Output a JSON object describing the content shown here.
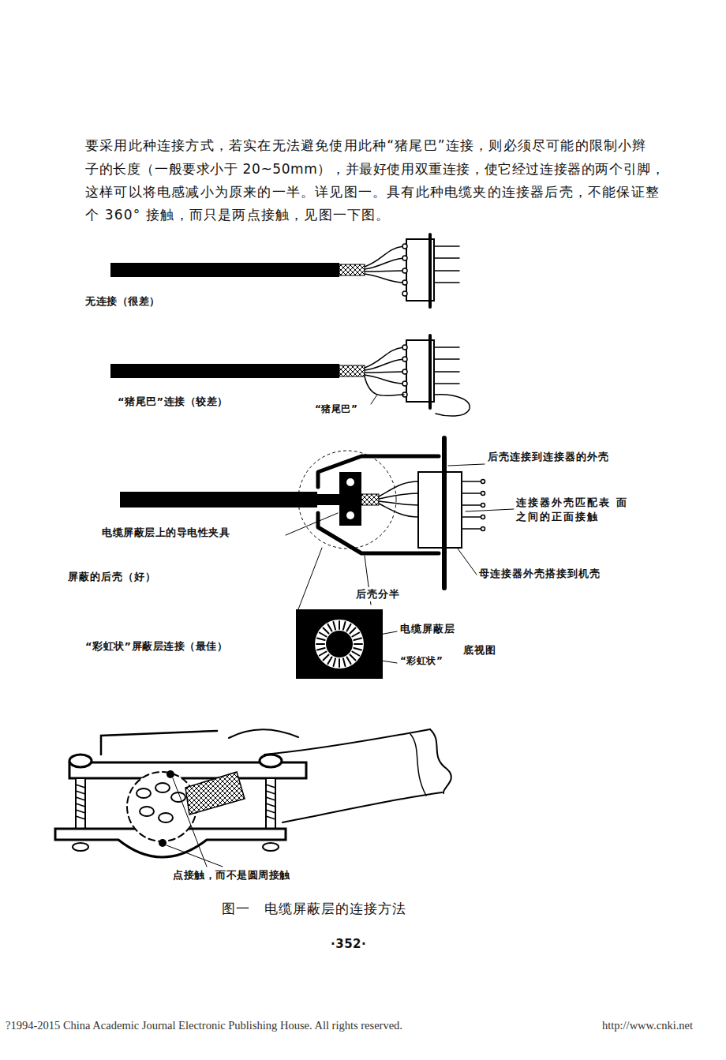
{
  "diagram": {
    "caption": "图一 电缆屏蔽层的连接方法",
    "labels": [
      "要采用此种连接方式，若实在无法避免使用此种“猪尾巴”连接，则必须尽可能的限制小辫",
      "子的长度（一般要求小于 20~50mm），并最好使用双重连接，使它经过连接器的两个引脚，",
      "这样可以将电感减小为原来的一半。详见图一。具有此种电缆夹的连接器后壳，不能保证整",
      "个 360° 接触，而只是两点接触，见图一下图。",
      "无连接（很差）",
      "“猪尾巴”连接（较差）",
      "“猪尾巴”",
      "后壳连接到连接器的外壳",
      "连接器外壳匹配表 面之间的正面接触",
      "电缆屏蔽层上的导电性夹具",
      "母连接器外壳搭接到机壳",
      "屏蔽的后壳（好）",
      "后壳分半",
      "电缆屏蔽层",
      "“彩虹状”屏蔽层连接（最佳）",
      "“彩虹状”",
      "底视图",
      "点接触，而不是圆周接触",
      "·352·",
      "?1994-2015 China Academic Journal Electronic Publishing House. All rights reserved.",
      "http://www.cnki.net"
    ]
  }
}
